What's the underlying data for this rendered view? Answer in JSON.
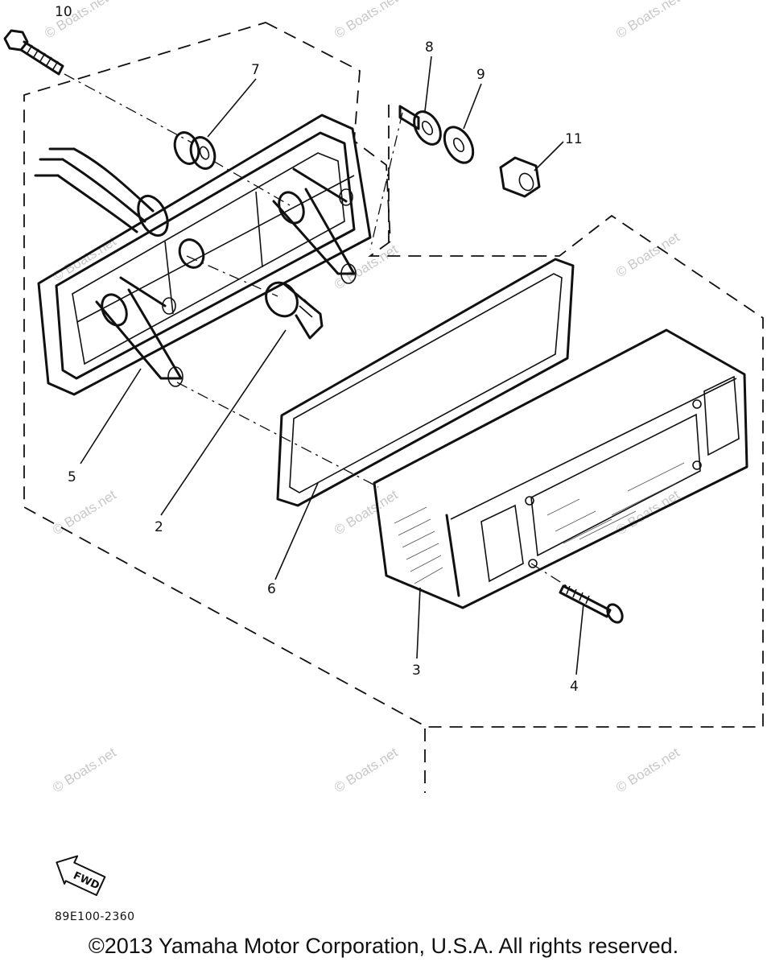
{
  "diagram": {
    "callouts": [
      "10",
      "7",
      "8",
      "9",
      "11",
      "5",
      "2",
      "6",
      "3",
      "4"
    ],
    "watermark": "© Boats.net",
    "direction_label": "FWD",
    "drawing_code": "89E100-2360",
    "copyright": "©2013 Yamaha Motor Corporation, U.S.A. All rights reserved."
  }
}
